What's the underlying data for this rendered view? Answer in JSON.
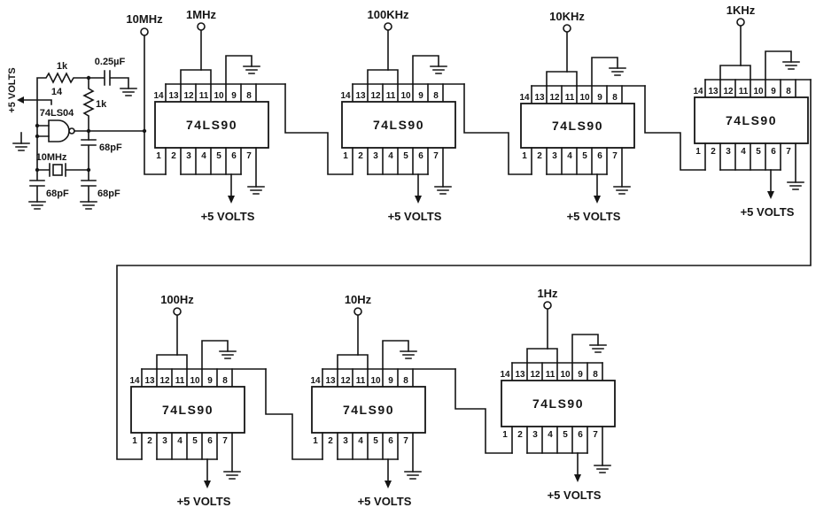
{
  "oscillator": {
    "supply_label": "+5 VOLTS",
    "pin_label": "14",
    "gate_label": "74LS04",
    "feedback_resistor_label": "1k",
    "coupling_capacitor_label": "0.25µF",
    "bias_resistor_label": "1k",
    "gate_capacitor_label": "68pF",
    "crystal_label": "10MHz",
    "crystal_capacitor_left_label": "68pF",
    "crystal_capacitor_right_label": "68pF"
  },
  "input_tap_label": "10MHz",
  "pins": {
    "top": [
      "14",
      "13",
      "12",
      "11",
      "10",
      "9",
      "8"
    ],
    "bottom": [
      "1",
      "2",
      "3",
      "4",
      "5",
      "6",
      "7"
    ]
  },
  "chips": [
    {
      "part": "74LS90",
      "tap_label": "1MHz",
      "supply_label": "+5 VOLTS"
    },
    {
      "part": "74LS90",
      "tap_label": "100KHz",
      "supply_label": "+5 VOLTS"
    },
    {
      "part": "74LS90",
      "tap_label": "10KHz",
      "supply_label": "+5 VOLTS"
    },
    {
      "part": "74LS90",
      "tap_label": "1KHz",
      "supply_label": "+5 VOLTS"
    },
    {
      "part": "74LS90",
      "tap_label": "100Hz",
      "supply_label": "+5 VOLTS"
    },
    {
      "part": "74LS90",
      "tap_label": "10Hz",
      "supply_label": "+5 VOLTS"
    },
    {
      "part": "74LS90",
      "tap_label": "1Hz",
      "supply_label": "+5 VOLTS"
    }
  ]
}
